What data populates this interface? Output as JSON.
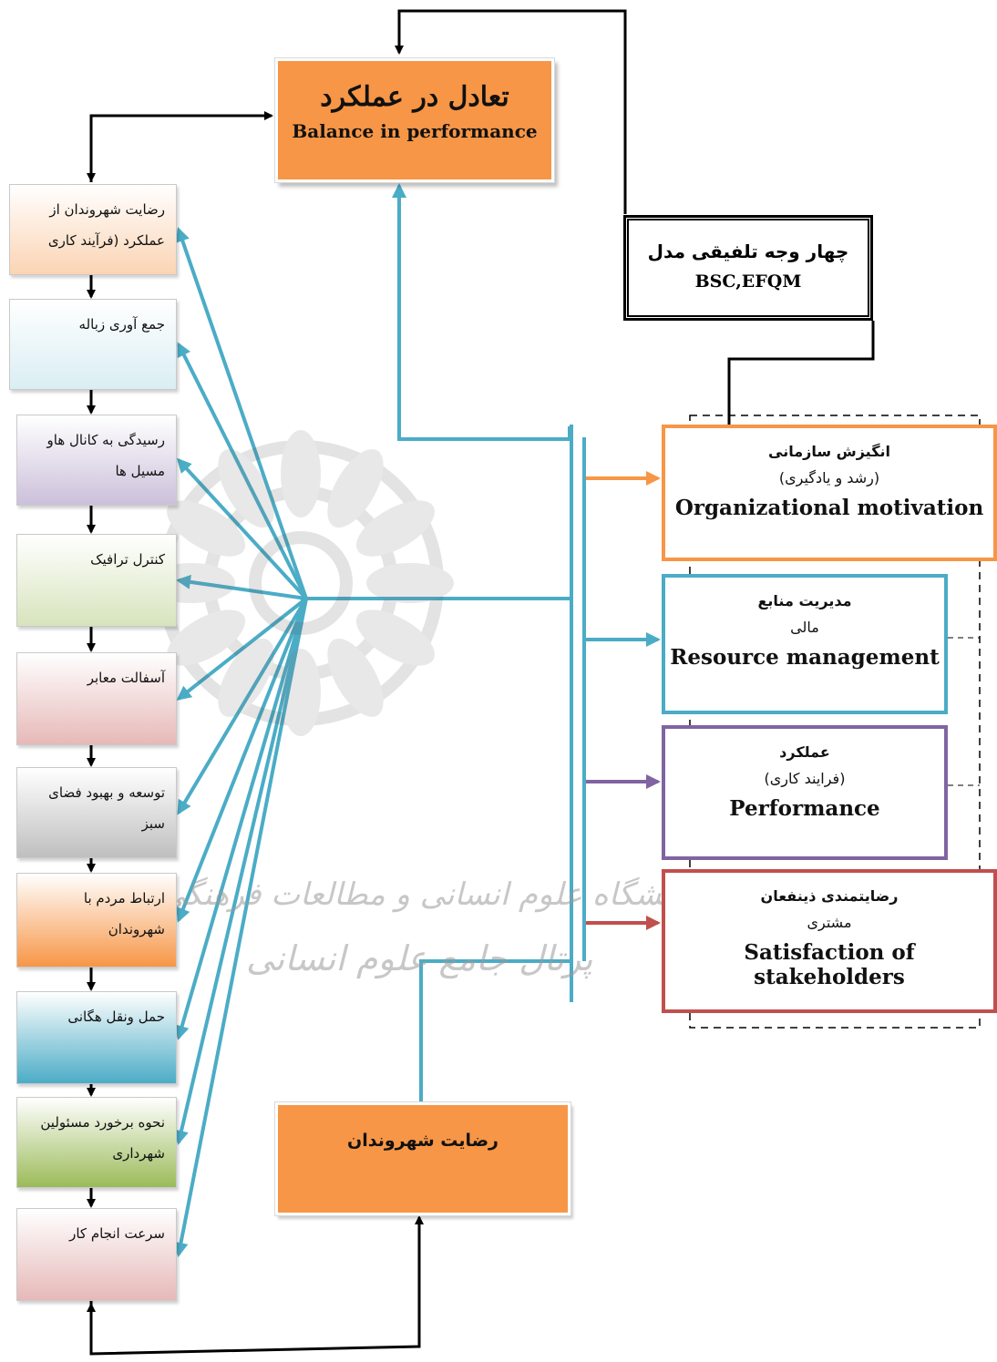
{
  "balance": {
    "title_fa": "تعادل در عملکرد",
    "title_en": "Balance in performance"
  },
  "model": {
    "title_fa": "چهار وجه تلفیقی مدل",
    "title_en": "BSC,EFQM"
  },
  "perspectives": [
    {
      "title_fa": "انگیزش سازمانی",
      "sub_fa": "(رشد و یادگیری)",
      "en": "Organizational motivation",
      "color": "#f79646"
    },
    {
      "title_fa": "مدیریت منابع",
      "sub_fa": "مالی",
      "en": "Resource management",
      "color": "#4bacc6"
    },
    {
      "title_fa": "عملکرد",
      "sub_fa": "(فرایند کاری)",
      "en": "Performance",
      "color": "#8064a2"
    },
    {
      "title_fa": "رضایتمندی ذینفعان",
      "sub_fa": "مشتری",
      "en": "Satisfaction of stakeholders",
      "color": "#c0504d"
    }
  ],
  "process_steps": [
    {
      "label": "رضایت شهروندان از عملکرد (فرآیند کاری",
      "color": "#fbd4b4"
    },
    {
      "label": "جمع آوری زباله",
      "color": "#daeef3"
    },
    {
      "label": "رسیدگی به کانال هاو مسیل ها",
      "color": "#ccc0da"
    },
    {
      "label": "کنترل ترافیک",
      "color": "#d7e4bd"
    },
    {
      "label": "آسفالت معابر",
      "color": "#e6b9b8"
    },
    {
      "label": "توسعه و بهبود فضای سبز",
      "color": "#bfbfbf"
    },
    {
      "label": "ارتباط مردم با شهروندان",
      "color": "#f79646"
    },
    {
      "label": "حمل ونقل هگانی",
      "color": "#4bacc6"
    },
    {
      "label": "نحوه برخورد مسئولین شهرداری",
      "color": "#9bbb59"
    },
    {
      "label": "سرعت انجام کار",
      "color": "#e6b9b8"
    }
  ],
  "citizen_satisfaction": {
    "label": "رضایت شهروندان"
  },
  "watermark": {
    "line1": "پژوهشگاه علوم انسانی و مطالعات فرهنگی",
    "line2": "پرتال جامع علوم انسانی"
  },
  "colors": {
    "arrow_blue": "#4bacc6",
    "box_orange": "#f79646",
    "line_black": "#000000"
  }
}
